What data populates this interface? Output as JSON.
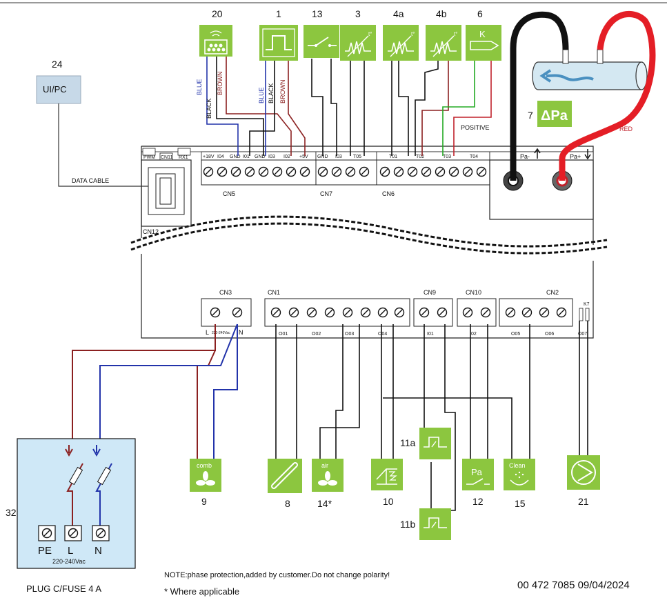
{
  "components": {
    "n20": "20",
    "n1": "1",
    "n13": "13",
    "n3": "3",
    "n4a": "4a",
    "n4b": "4b",
    "n6": "6",
    "n7": "7",
    "n24": "24",
    "n32": "32",
    "n9": "9",
    "n8": "8",
    "n14": "14*",
    "n10": "10",
    "n11a": "11a",
    "n11b": "11b",
    "n12": "12",
    "n15": "15",
    "n21": "21"
  },
  "ui_pc": "UI/PC",
  "data_cable": "DATA CABLE",
  "wires": {
    "blue": "BLUE",
    "black": "BLACK",
    "brown": "BROWN",
    "red": "RED",
    "positive": "POSITIVE"
  },
  "connectors": {
    "cn5": "CN5",
    "cn7": "CN7",
    "cn6": "CN6",
    "cn12": "CN12",
    "cn3": "CN3",
    "cn1": "CN1",
    "cn9": "CN9",
    "cn10": "CN10",
    "cn2": "CN2"
  },
  "pins_top": [
    "+18V",
    "I04",
    "GND",
    "I01",
    "GND",
    "I03",
    "I02",
    "+5V",
    "GND",
    "I03",
    "T05",
    "T01",
    "T02",
    "T03",
    "T04"
  ],
  "pins_bottom": [
    "O01",
    "O02",
    "O03",
    "O04",
    "I01",
    "I02",
    "O05",
    "O06",
    "O07"
  ],
  "cn3_labels": {
    "l": "L",
    "volt": "220-240Vac",
    "n": "N"
  },
  "top_small": {
    "pwm": "PWM",
    "cn11": "CN11",
    "rx": "RX1"
  },
  "pressure": {
    "pa_minus": "Pa-",
    "pa_plus": "Pa+",
    "dpa": "ΔPa"
  },
  "k7": "K7",
  "actuator_icons": {
    "comb": "comb",
    "air": "air",
    "pa": "Pa",
    "clean": "Clean"
  },
  "icon_k": "K",
  "plug": {
    "pe": "PE",
    "l": "L",
    "n": "N",
    "voltage": "220-240Vac",
    "caption": "PLUG C/FUSE 4 A"
  },
  "note": "NOTE:phase protection,added by customer.Do not change polarity!",
  "footnote": "* Where applicable",
  "code": "00 472 7085  09/04/2024",
  "colors": {
    "green": "#8cc63f",
    "red": "#c0202a",
    "blue": "#2233aa",
    "brown": "#8b2020",
    "panel_blue": "#cfe8f7",
    "box_blue": "#c7d9e8"
  }
}
